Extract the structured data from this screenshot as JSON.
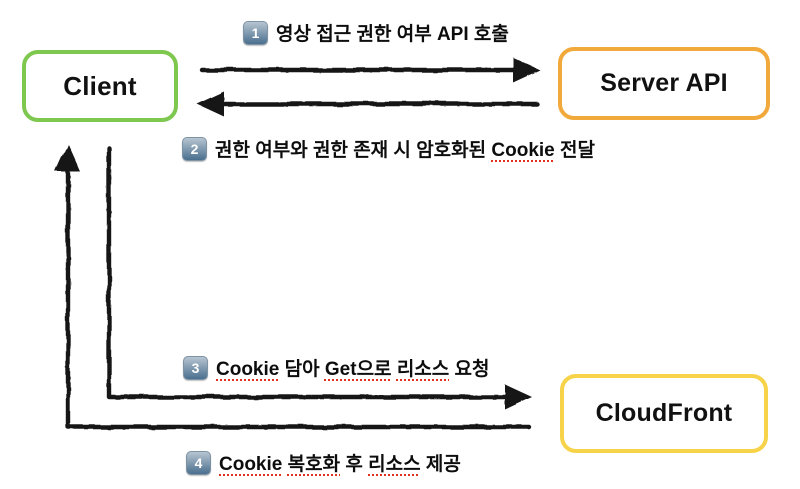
{
  "diagram": {
    "nodes": {
      "client": {
        "label": "Client",
        "border_color": "#7ec850"
      },
      "server_api": {
        "label": "Server API",
        "border_color": "#f2a93b"
      },
      "cloudfront": {
        "label": "CloudFront",
        "border_color": "#f6d348"
      }
    },
    "steps": [
      {
        "num": "1",
        "segments": [
          {
            "text": "영상 접근 권한 여부 API 호출",
            "underline": false
          }
        ]
      },
      {
        "num": "2",
        "segments": [
          {
            "text": "권한 여부와 권한 존재 시 암호화된 ",
            "underline": false
          },
          {
            "text": "Cookie",
            "underline": true
          },
          {
            "text": " 전달",
            "underline": false
          }
        ]
      },
      {
        "num": "3",
        "segments": [
          {
            "text": "Cookie",
            "underline": true
          },
          {
            "text": " 담아 ",
            "underline": false
          },
          {
            "text": "Get으로",
            "underline": true
          },
          {
            "text": " ",
            "underline": false
          },
          {
            "text": "리소스",
            "underline": true
          },
          {
            "text": " 요청",
            "underline": false
          }
        ]
      },
      {
        "num": "4",
        "segments": [
          {
            "text": "Cookie",
            "underline": true
          },
          {
            "text": " ",
            "underline": false
          },
          {
            "text": "복호화",
            "underline": true
          },
          {
            "text": " 후 ",
            "underline": false
          },
          {
            "text": "리소스",
            "underline": true
          },
          {
            "text": " 제공",
            "underline": false
          }
        ]
      }
    ],
    "flows": [
      {
        "step": "1",
        "from": "Client",
        "to": "Server API"
      },
      {
        "step": "2",
        "from": "Server API",
        "to": "Client"
      },
      {
        "step": "3",
        "from": "Client",
        "to": "CloudFront"
      },
      {
        "step": "4",
        "from": "CloudFront",
        "to": "Client"
      }
    ],
    "colors": {
      "client_border": "#7ec850",
      "server_border": "#f2a93b",
      "cloudfront_border": "#f6d348",
      "arrow": "#141414",
      "spellcheck": "#e0321e",
      "badge_top": "#b7c5d1",
      "badge_bottom": "#4a6f8e"
    }
  }
}
